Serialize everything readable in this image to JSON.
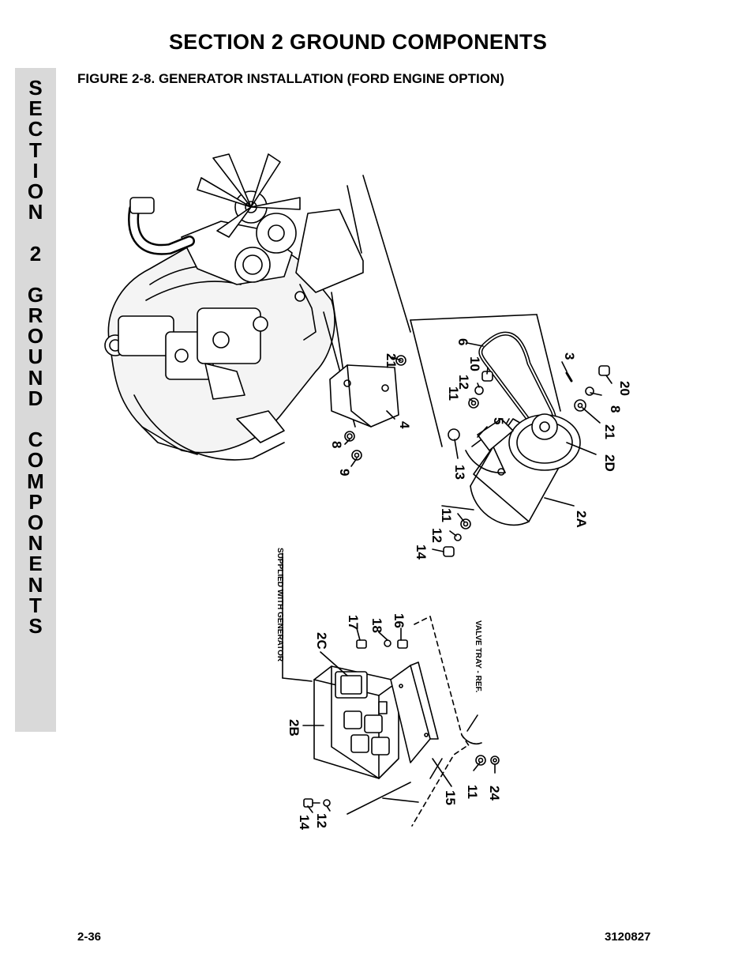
{
  "header": {
    "section_title": "SECTION 2  GROUND COMPONENTS",
    "figure_title": "FIGURE 2-8.    GENERATOR INSTALLATION (FORD ENGINE OPTION)"
  },
  "side_tab": {
    "letters": [
      "S",
      "E",
      "C",
      "T",
      "I",
      "O",
      "N",
      "",
      "2",
      "",
      "G",
      "R",
      "O",
      "U",
      "N",
      "D",
      "",
      "C",
      "O",
      "M",
      "P",
      "O",
      "N",
      "E",
      "N",
      "T",
      "S"
    ]
  },
  "callouts": {
    "c21a": "21",
    "c6": "6",
    "c3": "3",
    "c10": "10",
    "c12a": "12",
    "c11a": "11",
    "c20": "20",
    "c8a": "8",
    "c21b": "21",
    "c5": "5",
    "c4": "4",
    "c8b": "8",
    "c9": "9",
    "c13": "13",
    "c2D": "2D",
    "c11b": "11",
    "c12b": "12",
    "c14a": "14",
    "c2A": "2A",
    "c2C": "2C",
    "c17": "17",
    "c18": "18",
    "c16": "16",
    "c2B": "2B",
    "c14b": "14",
    "c12c": "12",
    "c15": "15",
    "c11c": "11",
    "c24": "24"
  },
  "notes": {
    "supplied": "SUPPLIED WITH GENERATOR",
    "valve_tray": "VALVE TRAY - REF."
  },
  "footer": {
    "page_number": "2-36",
    "doc_number": "3120827"
  }
}
